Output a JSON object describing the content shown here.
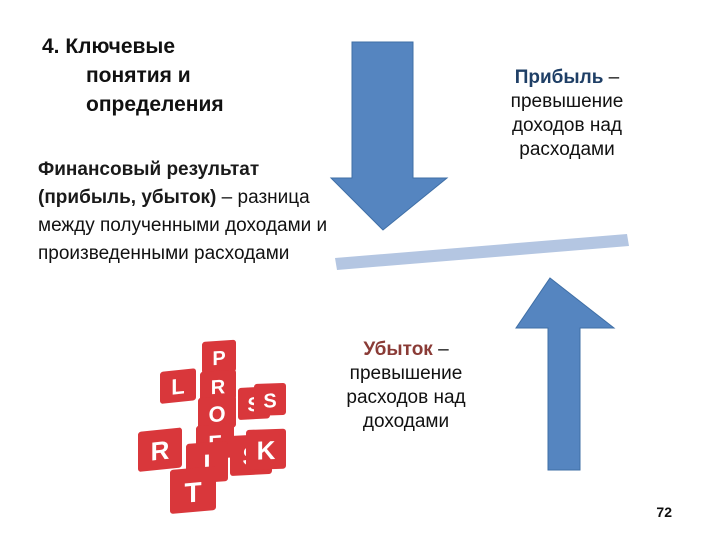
{
  "slide": {
    "heading_lines": [
      "4. Ключевые",
      "понятия и",
      "определения"
    ],
    "definition": {
      "term": "Финансовый результат (прибыль, убыток)",
      "dash": " –",
      "text": "разница между полученными доходами и произведенными расходами"
    },
    "profit": {
      "term": "Прибыль",
      "dash": " –",
      "text": "превышение доходов над расходами"
    },
    "loss": {
      "term": "Убыток",
      "dash": " –",
      "text": "превышение расходов над доходами"
    },
    "page_number": "72",
    "crossword_letters": {
      "profit_word": [
        "P",
        "R",
        "O",
        "F",
        "I",
        "T"
      ],
      "loss_word": [
        "L",
        "O",
        "S",
        "S"
      ],
      "risk_word": [
        "R",
        "I",
        "S",
        "K"
      ]
    },
    "colors": {
      "arrow": "#5585c0",
      "arrow_edge": "#3f6fa6",
      "seesaw": "#b4c6e2",
      "cube": "#d9373b",
      "cube_text": "#ffffff"
    },
    "icons": {
      "down_arrow": "down-arrow-icon",
      "up_arrow": "up-arrow-icon",
      "bar": "seesaw-bar",
      "cubes": "letter-cubes-image"
    }
  }
}
